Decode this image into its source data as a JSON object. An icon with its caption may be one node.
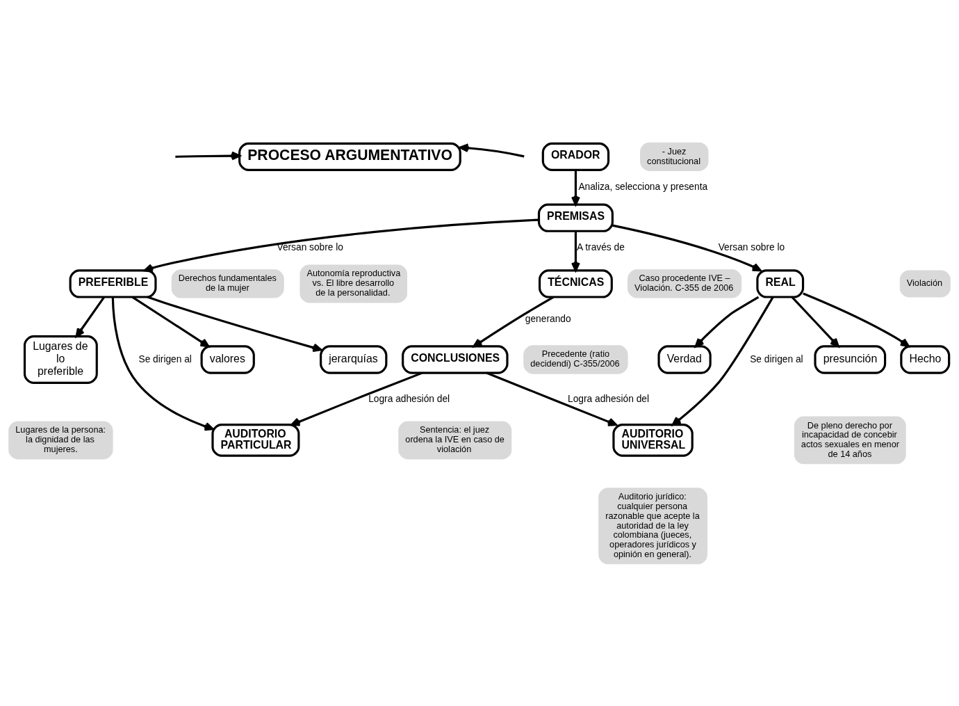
{
  "diagram": {
    "nodes": [
      {
        "text": [
          "PROCESO ARGUMENTATIVO"
        ]
      },
      {
        "text": [
          "ORADOR"
        ]
      },
      {
        "text": [
          "- Juez constitucional"
        ]
      },
      {
        "text": [
          "PREMISAS"
        ]
      },
      {
        "text": [
          "Derechos fundamentales de la mujer"
        ]
      },
      {
        "text": [
          "valores"
        ]
      },
      {
        "text": [
          "Autonomía reproductiva vs. El libre desarrollo de la personalidad."
        ]
      },
      {
        "text": [
          "jerarquías"
        ]
      },
      {
        "text": [
          "Lugares de lo preferible"
        ]
      },
      {
        "text": [
          "Lugares de la persona: la dignidad de las mujeres."
        ]
      },
      {
        "text": [
          "PREFERIBLE"
        ]
      },
      {
        "text": [
          "TÉCNICAS"
        ]
      },
      {
        "text": [
          "Precedente (ratio decidendi) C-355/2006"
        ]
      },
      {
        "text": [
          "REAL"
        ]
      },
      {
        "text": [
          "Violación"
        ]
      },
      {
        "text": [
          "Hecho"
        ]
      },
      {
        "text": [
          "Caso procedente IVE – Violación. C-355 de 2006"
        ]
      },
      {
        "text": [
          "Verdad"
        ]
      },
      {
        "text": [
          "presunción"
        ]
      },
      {
        "text": [
          "De pleno derecho por incapacidad de concebir actos sexuales en menor de 14 años"
        ]
      },
      {
        "text": [
          "AUDITORIO PARTICULAR"
        ]
      },
      {
        "text": [
          "AUDITORIO UNIVERSAL"
        ]
      },
      {
        "text": [
          "Auditorio jurídico: cualquier persona razonable que acepte la autoridad de la ley colombiana (jueces, operadores jurídicos y opinión en general)."
        ]
      },
      {
        "text": [
          "CONCLUSIONES"
        ]
      },
      {
        "text": [
          "Sentencia: el juez ordena la IVE en caso de violación"
        ]
      }
    ],
    "edges": [
      {
        "from": null,
        "to": 0,
        "arrow": "to"
      },
      {
        "from": null,
        "to": 0,
        "arrow": "to"
      },
      {
        "from": 1,
        "to": 3,
        "arrow": "to",
        "label": "Analiza, selecciona y presenta"
      },
      {
        "from": 3,
        "to": 10,
        "arrow": "to",
        "label": "Versan sobre lo"
      },
      {
        "from": 3,
        "to": 11,
        "arrow": "to",
        "label": "A través de"
      },
      {
        "from": 3,
        "to": 13,
        "arrow": "to",
        "label": "Versan sobre lo"
      },
      {
        "from": 10,
        "to": 5,
        "arrow": "to"
      },
      {
        "from": 10,
        "to": 7,
        "arrow": "to"
      },
      {
        "from": 10,
        "to": 8,
        "arrow": "to"
      },
      {
        "from": 13,
        "to": 15,
        "arrow": "to"
      },
      {
        "from": 13,
        "to": 17,
        "arrow": "to"
      },
      {
        "from": 13,
        "to": 18,
        "arrow": "to"
      },
      {
        "from": 10,
        "to": 20,
        "arrow": "to",
        "label": "Se dirigen al"
      },
      {
        "from": 11,
        "to": 23,
        "arrow": "to",
        "label": "generando"
      },
      {
        "from": 13,
        "to": 21,
        "arrow": "to",
        "label": "Se dirigen al"
      },
      {
        "from": 23,
        "to": 20,
        "arrow": "to",
        "label": "Logra adhesión del"
      },
      {
        "from": 23,
        "to": 21,
        "arrow": "to",
        "label": "Logra adhesión del"
      }
    ]
  }
}
